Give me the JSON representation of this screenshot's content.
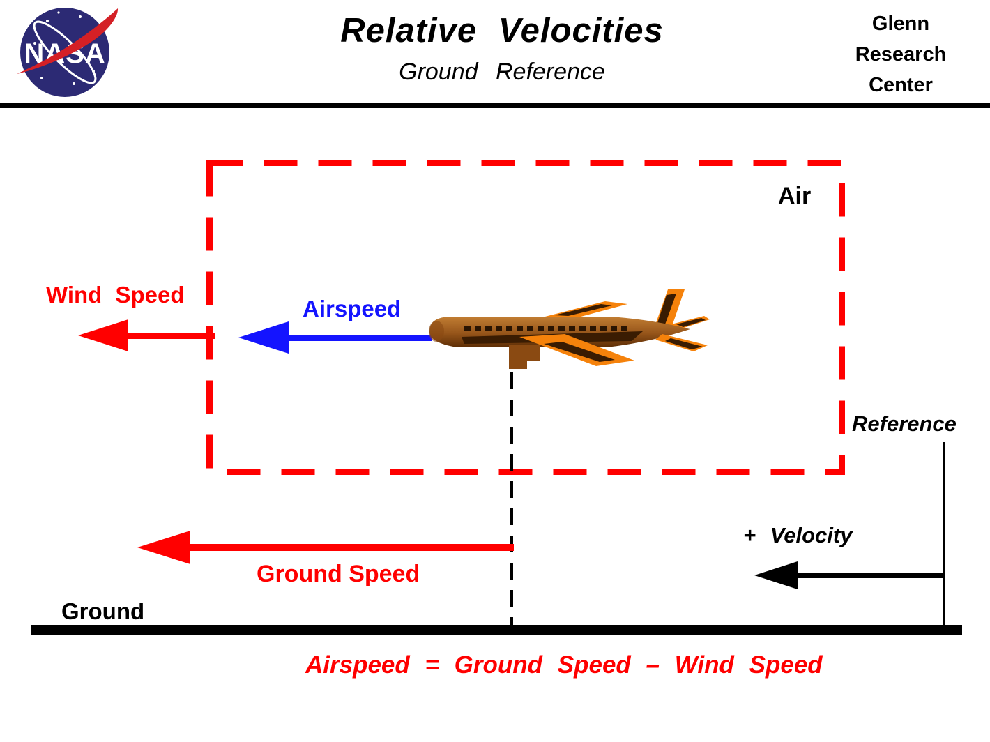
{
  "header": {
    "logo": "NASA",
    "title": "Relative Velocities",
    "subtitle": "Ground Reference",
    "org_lines": [
      "Glenn",
      "Research",
      "Center"
    ]
  },
  "labels": {
    "air": "Air",
    "wind_speed": "Wind Speed",
    "airspeed": "Airspeed",
    "reference": "Reference",
    "plus_velocity": "+ Velocity",
    "ground_speed": "Ground Speed",
    "ground": "Ground",
    "equation": "Airspeed = Ground Speed – Wind Speed"
  },
  "colors": {
    "arrow_red": "#ff0000",
    "arrow_blue": "#1414ff",
    "line_black": "#000000",
    "nasa_insignia_blue": "#2c2a74",
    "nasa_swoosh_red": "#d42026",
    "plane_orange": "#f5820b",
    "plane_brown": "#96551a",
    "plane_dark": "#3a1c02"
  }
}
